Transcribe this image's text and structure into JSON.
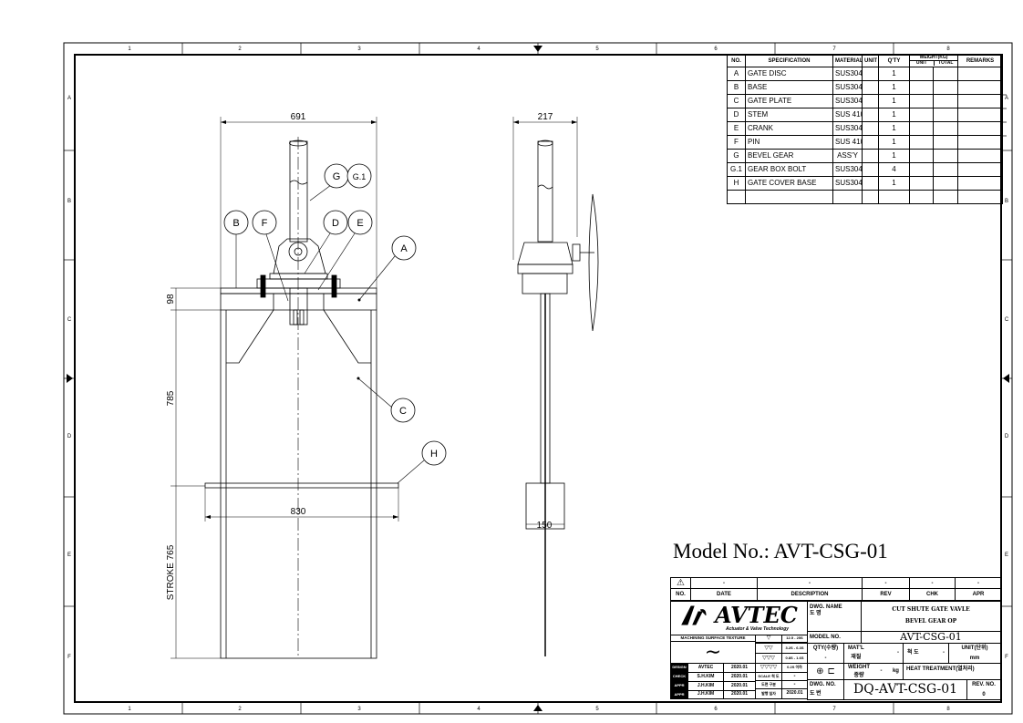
{
  "border": {
    "columns": [
      "1",
      "2",
      "3",
      "4",
      "5",
      "6",
      "7",
      "8"
    ],
    "rows": [
      "A",
      "B",
      "C",
      "D",
      "E",
      "F"
    ]
  },
  "front_view": {
    "dims": {
      "width_top": "691",
      "base": "98",
      "body": "785",
      "stroke": "STROKE 765",
      "cover": "830"
    },
    "balloons": {
      "G": "G",
      "G1": "G.1",
      "B": "B",
      "F": "F",
      "D": "D",
      "E": "E",
      "A": "A",
      "C": "C",
      "H": "H"
    }
  },
  "side_view": {
    "dims": {
      "width_top": "217",
      "bottom": "150"
    }
  },
  "model_title": "Model No.: AVT-CSG-01",
  "bom": {
    "headers": {
      "no": "NO.",
      "spec": "SPECIFICATION",
      "material": "MATERIAL",
      "unit": "UNIT",
      "qty": "Q'TY",
      "weight": "WEIGHT(KG)",
      "weight_unit": "UNIT",
      "weight_total": "TOTAL",
      "remarks": "REMARKS"
    },
    "rows": [
      {
        "no": "A",
        "spec": "GATE DISC",
        "material": "SUS304",
        "qty": "1"
      },
      {
        "no": "B",
        "spec": "BASE",
        "material": "SUS304",
        "qty": "1"
      },
      {
        "no": "C",
        "spec": "GATE PLATE",
        "material": "SUS304",
        "qty": "1"
      },
      {
        "no": "D",
        "spec": "STEM",
        "material": "SUS 410",
        "qty": "1"
      },
      {
        "no": "E",
        "spec": "CRANK",
        "material": "SUS304",
        "qty": "1"
      },
      {
        "no": "F",
        "spec": "PIN",
        "material": "SUS 410",
        "qty": "1"
      },
      {
        "no": "G",
        "spec": "BEVEL GEAR",
        "material": "ASS'Y",
        "qty": "1"
      },
      {
        "no": "G.1",
        "spec": "GEAR BOX BOLT",
        "material": "SUS304",
        "qty": "4"
      },
      {
        "no": "H",
        "spec": "GATE COVER BASE",
        "material": "SUS304",
        "qty": "1"
      }
    ]
  },
  "title_block": {
    "rev_row": {
      "symbol": "⚠",
      "date": "-",
      "description": "-",
      "rev": "-",
      "chk": "-",
      "apr": "-"
    },
    "headers": {
      "no": "NO.",
      "date": "DATE",
      "description": "DESCRIPTION",
      "rev": "REV",
      "chk": "CHK",
      "apr": "APR"
    },
    "company": {
      "name": "AVTEC",
      "tagline": "Actuator & Valve Technology"
    },
    "surface": {
      "label": "MACHINING SURFACE TEXTURE",
      "symbol": "∼",
      "grades": [
        {
          "mark": "▽",
          "value": "12.5 - 25S"
        },
        {
          "mark": "▽▽",
          "value": "3.2S - 6.3S"
        },
        {
          "mark": "▽▽▽",
          "value": "0.8S - 1.6S"
        },
        {
          "mark": "▽▽▽▽",
          "value": "0.2S 이하"
        }
      ]
    },
    "approvals": [
      {
        "role": "DESIGN",
        "name": "AVTEC",
        "date": "2020.01"
      },
      {
        "role": "CHECK",
        "name": "S.H.KIM",
        "date": "2020.01"
      },
      {
        "role": "APPR",
        "name": "J.H.KIM",
        "date": "2020.01"
      },
      {
        "role": "APPR",
        "name": "J.H.KIM",
        "date": "2020.01"
      }
    ],
    "scale": {
      "label": "SCALE 척 도",
      "value": "-"
    },
    "projection": {
      "label": "도면 구분",
      "value": "-"
    },
    "issue": {
      "label": "발행 일자",
      "value": "2020.01"
    },
    "dwg_name": {
      "label": "DWG. NAME",
      "label_kr": "도 명",
      "line1": "CUT SHUTE GATE VAVLE",
      "line2": "BEVEL GEAR OP"
    },
    "model_no": {
      "label": "MODEL NO.",
      "value": "AVT-CSG-01"
    },
    "qty": {
      "label": "QTY(수량)",
      "value": "-"
    },
    "material": {
      "label": "MAT'L",
      "label_kr": "재질",
      "value": "-"
    },
    "tolerance": {
      "label": "척 도",
      "value": "-"
    },
    "unit": {
      "label": "UNIT(단위)",
      "value": "mm"
    },
    "weight": {
      "label": "WEIGHT",
      "label_kr": "중량",
      "value": "-",
      "unit": "kg"
    },
    "heat": {
      "label": "HEAT TREATMENT(열처리)"
    },
    "dwg_no": {
      "label": "DWG. NO.",
      "label_kr": "도 번",
      "value": "DQ-AVT-CSG-01"
    },
    "rev_no": {
      "label": "REV. NO.",
      "value": "0"
    }
  }
}
